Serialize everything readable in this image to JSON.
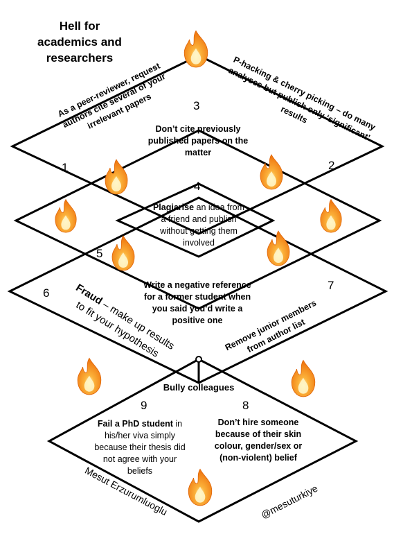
{
  "title": {
    "line1": "Hell for",
    "line2": "academics and",
    "line3": "researchers"
  },
  "items": {
    "peer_review": {
      "number": "1",
      "line1": "As a peer-reviewer, request",
      "line2": "authors cite several of your",
      "line3": "irrelevant papers"
    },
    "p_hacking": {
      "number": "2",
      "line1": "P-hacking & cherry picking – do many",
      "line2": "analyses but publish only ‘significant’",
      "line3": "results"
    },
    "dont_cite": {
      "number": "3",
      "line1": "Don’t cite previously",
      "line2": "published papers on the",
      "line3": "matter"
    },
    "plagiarise": {
      "number": "4",
      "bold_word": "Plagiarise",
      "line1_rest": " an idea from",
      "line2": "a friend and publish",
      "line3": "without getting them",
      "line4": "involved"
    },
    "negative_reference": {
      "number": "5",
      "line1": "Write a negative reference",
      "line2": "for a former student when",
      "line3": "you said you’d write a",
      "line4": "positive one"
    },
    "fraud": {
      "number": "6",
      "bold_word": "Fraud",
      "line1_rest": " – make up results",
      "line2": "to fit your hypothesis"
    },
    "remove_juniors": {
      "number": "7",
      "line1": "Remove junior members",
      "line2": "from author list"
    },
    "dont_hire": {
      "number": "8",
      "line1": "Don’t hire someone",
      "line2": "because of their skin",
      "line3": "colour, gender/sex or",
      "line4": "(non-violent) belief"
    },
    "fail_phd": {
      "number": "9",
      "bold_word": "Fail a PhD student",
      "line1_rest": " in",
      "line2": "his/her viva simply",
      "line3": "because their thesis did",
      "line4": "not agree with your",
      "line5": "beliefs"
    },
    "bully": {
      "label": "Bully colleagues"
    }
  },
  "credits": {
    "author": "Mesut Erzurumluoglu",
    "handle": "@mesuturkiye"
  },
  "colors": {
    "line": "#000000",
    "flame_outer": "#f07a12",
    "flame_mid": "#fbb13a",
    "flame_core": "#fff3b8"
  }
}
